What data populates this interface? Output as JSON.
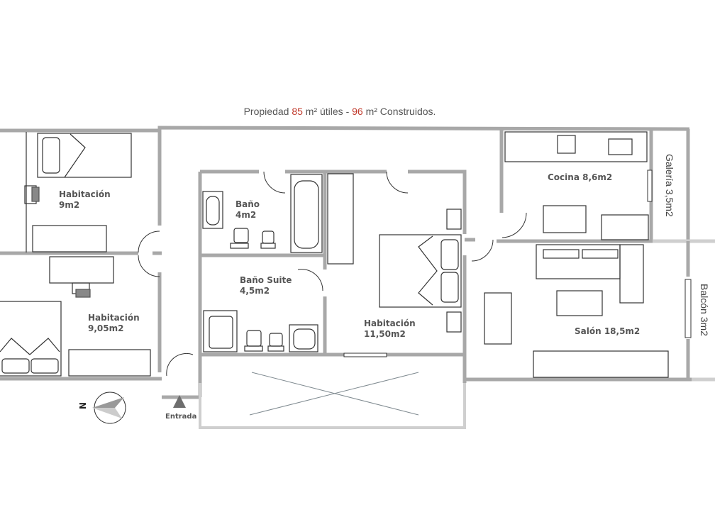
{
  "title": {
    "prefix": "Propiedad ",
    "useful_area": "85",
    "middle": " m² útiles - ",
    "built_area": "96",
    "suffix": " m² Construidos."
  },
  "colors": {
    "wall": "#a8a8a8",
    "furniture_line": "#333333",
    "label_text": "#555555",
    "highlight_number": "#c0392b",
    "entrance_arrow": "#6e6e6e"
  },
  "rooms": [
    {
      "id": "habitacion-1",
      "name": "Habitación",
      "area": "9m2"
    },
    {
      "id": "habitacion-2",
      "name": "Habitación",
      "area": "9,05m2"
    },
    {
      "id": "bano",
      "name": "Baño",
      "area": "4m2"
    },
    {
      "id": "bano-suite",
      "name": "Baño Suite",
      "area": "4,5m2"
    },
    {
      "id": "habitacion-3",
      "name": "Habitación",
      "area": "11,50m2"
    },
    {
      "id": "cocina",
      "name": "Cocina 8,6m2",
      "area": ""
    },
    {
      "id": "galeria",
      "name": "Galería 3,5m2",
      "area": ""
    },
    {
      "id": "salon",
      "name": "Salón 18,5m2",
      "area": ""
    },
    {
      "id": "balcon",
      "name": "Balcón 3m2",
      "area": ""
    }
  ],
  "compass": {
    "north_label": "N"
  },
  "entrance": {
    "label": "Entrada"
  }
}
